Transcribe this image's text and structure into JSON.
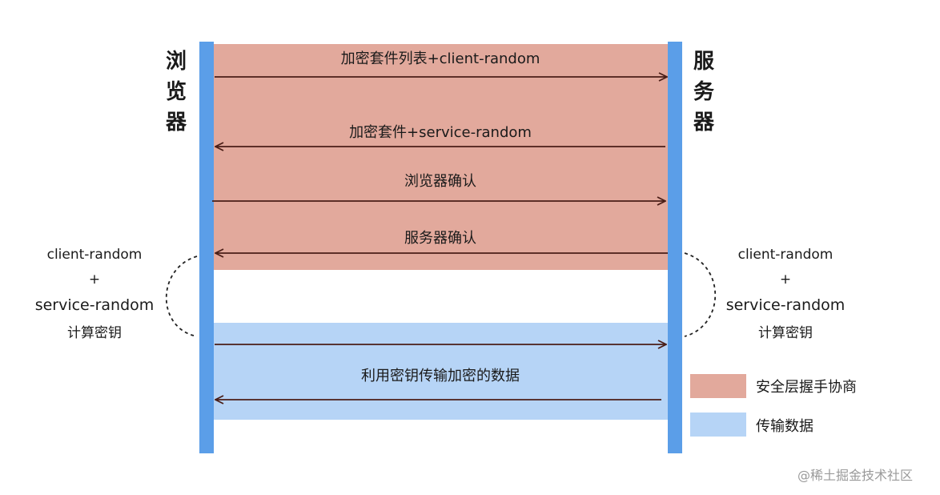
{
  "participants": {
    "browser": [
      "浏",
      "览",
      "器"
    ],
    "server": [
      "服",
      "务",
      "器"
    ]
  },
  "handshake_messages": [
    {
      "label": "加密套件列表+client-random",
      "direction": "browser-to-server"
    },
    {
      "label": "加密套件+service-random",
      "direction": "server-to-browser"
    },
    {
      "label": "浏览器确认",
      "direction": "browser-to-server"
    },
    {
      "label": "服务器确认",
      "direction": "server-to-browser"
    }
  ],
  "data_message": {
    "label": "利用密钥传输加密的数据"
  },
  "key_calc": {
    "line1": "client-random",
    "plus": "+",
    "line2": "service-random",
    "line3": "计算密钥"
  },
  "legend": [
    {
      "label": "安全层握手协商",
      "color": "#e2a99c"
    },
    {
      "label": "传输数据",
      "color": "#b6d4f6"
    }
  ],
  "colors": {
    "lifeline": "#5b9ee8",
    "arrow": "#4a1e17",
    "handshake_band": "#e2a99c",
    "data_band": "#b6d4f6"
  },
  "watermark": "@稀土掘金技术社区"
}
